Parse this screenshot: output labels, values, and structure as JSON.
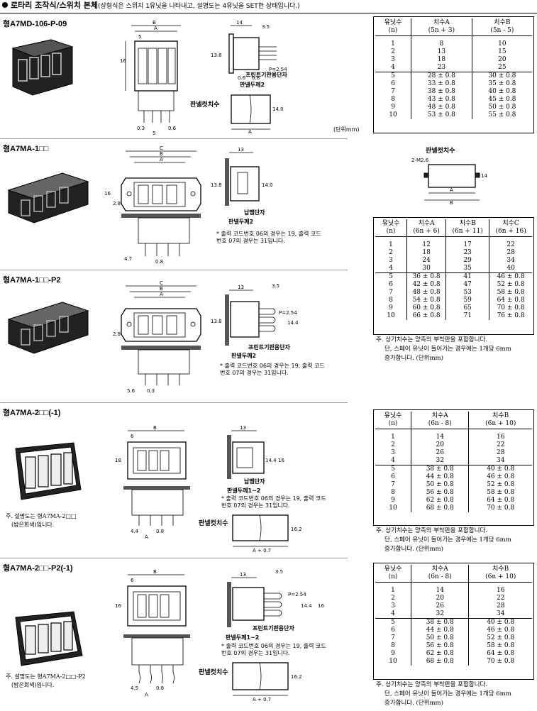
{
  "header": {
    "title": "로타리 조작식/스위치 본체",
    "note": "(상형식은 스위치 1유닛을 나타내고, 설명도는 4유닛을 SET한 상태입니다.)"
  },
  "sections": [
    {
      "title": "형A7MD-106-P-09",
      "labels": {
        "terminal": "프린트기판용단자",
        "panel_thick": "판넬두께2",
        "panel_cut": "판넬컷치수",
        "unit": "(단위mm)"
      },
      "dims": {
        "a14": "14",
        "a35": "3.5",
        "a138": "13.8",
        "a16": "16",
        "p254": "P=2.54",
        "a06": "0.6",
        "a08": "0.8",
        "a03": "0.3",
        "a5": "5",
        "a140": "14.0",
        "B": "B",
        "A": "A"
      },
      "table": {
        "headers": [
          [
            "유닛수",
            "(n)"
          ],
          [
            "치수A",
            "(5n + 3)"
          ],
          [
            "치수B",
            "(5n - 5)"
          ]
        ],
        "rows": [
          [
            "1",
            "8",
            "10"
          ],
          [
            "2",
            "13",
            "15"
          ],
          [
            "3",
            "18",
            "20"
          ],
          [
            "4",
            "23",
            "25"
          ],
          [
            "5",
            "28 ± 0.8",
            "30 ± 0.8"
          ],
          [
            "6",
            "33 ± 0.8",
            "35 ± 0.8"
          ],
          [
            "7",
            "38 ± 0.8",
            "40 ± 0.8"
          ],
          [
            "8",
            "43 ± 0.8",
            "45 ± 0.8"
          ],
          [
            "9",
            "48 ± 0.8",
            "50 ± 0.8"
          ],
          [
            "10",
            "53 ± 0.8",
            "55 ± 0.8"
          ]
        ]
      }
    },
    {
      "title": "형A7MA-1□□",
      "labels": {
        "terminal": "납땜단자",
        "panel_thick": "판넬두께2",
        "panel_cut": "판넬컷치수",
        "footnote": "* 출력 코드번호 06의 경우는 19, 출력 코드번호 07의 경우는 31입니다."
      },
      "dims": {
        "a13": "13",
        "a138": "13.8",
        "a140": "14.0",
        "a16": "16",
        "a28": "2.8",
        "a47": "4.7",
        "a08": "0.8",
        "m26": "2-M2.6",
        "a14": "14",
        "C": "C",
        "B": "B",
        "A": "A"
      },
      "table": {
        "headers": [
          [
            "유닛수",
            "(n)"
          ],
          [
            "치수A",
            "(6n + 6)"
          ],
          [
            "치수B",
            "(6n + 11)"
          ],
          [
            "치수C",
            "(6n + 16)"
          ]
        ],
        "rows": [
          [
            "1",
            "12",
            "17",
            "22"
          ],
          [
            "2",
            "18",
            "23",
            "28"
          ],
          [
            "3",
            "24",
            "29",
            "34"
          ],
          [
            "4",
            "30",
            "35",
            "40"
          ],
          [
            "5",
            "36 ± 0.8",
            "41",
            "46 ± 0.8"
          ],
          [
            "6",
            "42 ± 0.8",
            "47",
            "52 ± 0.8"
          ],
          [
            "7",
            "48 ± 0.8",
            "53",
            "58 ± 0.8"
          ],
          [
            "8",
            "54 ± 0.8",
            "59",
            "64 ± 0.8"
          ],
          [
            "9",
            "60 ± 0.8",
            "65",
            "70 ± 0.8"
          ],
          [
            "10",
            "66 ± 0.8",
            "71",
            "76 ± 0.8"
          ]
        ]
      },
      "table_note": [
        "주. 상기치수는 양측의 부착판을 포함합니다.",
        "단, 스페어 유닛이 들어가는 경우에는 1개당 6mm",
        "증가합니다. (단위mm)"
      ]
    },
    {
      "title": "형A7MA-1□□-P2",
      "labels": {
        "terminal": "프린트기판용단자",
        "panel_thick": "판넬두께2",
        "footnote": "* 출력 코드번호 06의 경우는 19, 출력 코드번호 07의 경우는 31입니다."
      },
      "dims": {
        "a13": "13",
        "a35": "3.5",
        "p254": "P=2.54",
        "a138": "13.8",
        "a144": "14.4",
        "a28": "2.8",
        "a56": "5.6",
        "a03": "0.3",
        "C": "C",
        "B": "B",
        "A": "A"
      }
    },
    {
      "title": "형A7MA-2□□(-1)",
      "labels": {
        "terminal": "납땜단자",
        "panel_thick": "판넬두께1~2",
        "panel_cut": "판넬컷치수",
        "footnote": "* 출력 코드번호 06의 경우는 19, 출력 코드번호 07의 경우는 31입니다.",
        "photo_note": [
          "주. 설명도는 형A7MA-2□□",
          "(밤은회색)입니다."
        ]
      },
      "dims": {
        "a6": "6",
        "a18": "18",
        "a13": "13",
        "a144": "14.4",
        "a16": "16",
        "a44": "4.4",
        "a08": "0.8",
        "a162": "16.2",
        "a07": "A + 0.7",
        "B": "B",
        "A": "A"
      },
      "table": {
        "headers": [
          [
            "유닛수",
            "(n)"
          ],
          [
            "치수A",
            "(6n - 8)"
          ],
          [
            "치수B",
            "(6n + 10)"
          ]
        ],
        "rows": [
          [
            "1",
            "14",
            "16"
          ],
          [
            "2",
            "20",
            "22"
          ],
          [
            "3",
            "26",
            "28"
          ],
          [
            "4",
            "32",
            "34"
          ],
          [
            "5",
            "38 ± 0.8",
            "40 ± 0.8"
          ],
          [
            "6",
            "44 ± 0.8",
            "46 ± 0.8"
          ],
          [
            "7",
            "50 ± 0.8",
            "52 ± 0.8"
          ],
          [
            "8",
            "56 ± 0.8",
            "58 ± 0.8"
          ],
          [
            "9",
            "62 ± 0.8",
            "64 ± 0.8"
          ],
          [
            "10",
            "68 ± 0.8",
            "70 ± 0.8"
          ]
        ]
      },
      "table_note": [
        "주. 상기치수는 양측의 부착판을 포함합니다.",
        "단, 스페어 유닛이 들어가는 경우에는 1개당 6mm",
        "증가합니다. (단위mm)"
      ]
    },
    {
      "title": "형A7MA-2□□-P2(-1)",
      "labels": {
        "terminal": "프린트기판용단자",
        "panel_thick": "판넬두께1~2",
        "panel_cut": "판넬컷치수",
        "footnote": "* 출력 코드번호 06의 경우는 19, 출력 코드번호 07의 경우는 31입니다.",
        "photo_note": [
          "주. 설명도는 형A7MA-2□□-P2",
          "(밤은회색)입니다."
        ]
      },
      "dims": {
        "a6": "6",
        "a35": "3.5",
        "a13": "13",
        "p254": "P=2.54",
        "a144": "14.4",
        "a16": "16",
        "a45": "4.5",
        "a08": "0.8",
        "a162": "16.2",
        "a07": "A + 0.7",
        "B": "B",
        "A": "A"
      },
      "table": {
        "headers": [
          [
            "유닛수",
            "(n)"
          ],
          [
            "치수A",
            "(6n - 8)"
          ],
          [
            "치수B",
            "(6n + 10)"
          ]
        ],
        "rows": [
          [
            "1",
            "14",
            "16"
          ],
          [
            "2",
            "20",
            "22"
          ],
          [
            "3",
            "26",
            "28"
          ],
          [
            "4",
            "32",
            "34"
          ],
          [
            "5",
            "38 ± 0.8",
            "40 ± 0.8"
          ],
          [
            "6",
            "44 ± 0.8",
            "46 ± 0.8"
          ],
          [
            "7",
            "50 ± 0.8",
            "52 ± 0.8"
          ],
          [
            "8",
            "56 ± 0.8",
            "58 ± 0.8"
          ],
          [
            "9",
            "62 ± 0.8",
            "64 ± 0.8"
          ],
          [
            "10",
            "68 ± 0.8",
            "70 ± 0.8"
          ]
        ]
      },
      "table_note": [
        "주. 상기치수는 양측의 부착판을 포함합니다.",
        "단, 스페어 유닛이 들어가는 경우에는 1개당 6mm",
        "증가합니다. (단위mm)"
      ]
    }
  ]
}
